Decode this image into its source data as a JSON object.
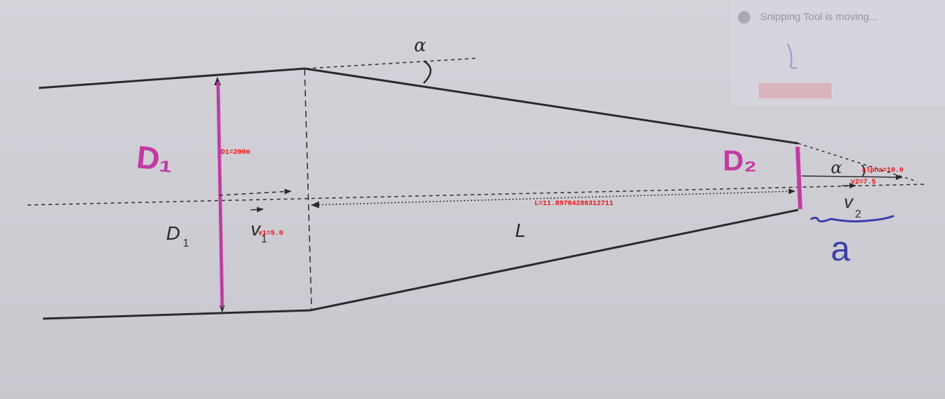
{
  "notification": {
    "title": "Snipping Tool is moving...",
    "body": ""
  },
  "printed_labels": {
    "alpha_top": "α",
    "alpha_right": "α",
    "d1": "D",
    "d1_sub": "1",
    "v1": "v",
    "v1_sub": "1",
    "length": "L",
    "v2": "v",
    "v2_sub": "2"
  },
  "handwritten": {
    "d1_mark": "D₁",
    "d2_mark": "D₂",
    "answer_mark": "a"
  },
  "overlay_labels": {
    "d1_value": "D1=200m",
    "v1_value": "v1=5.0",
    "length_value": "L=11.89764286312711",
    "alpha_value": "alpha=10.0",
    "v2_value": "v2=7.5"
  },
  "colors": {
    "ink": "#2a2a2e",
    "magenta": "#c23aa2",
    "pen_blue": "#3a3fa8",
    "overlay_red": "#ee1111"
  }
}
